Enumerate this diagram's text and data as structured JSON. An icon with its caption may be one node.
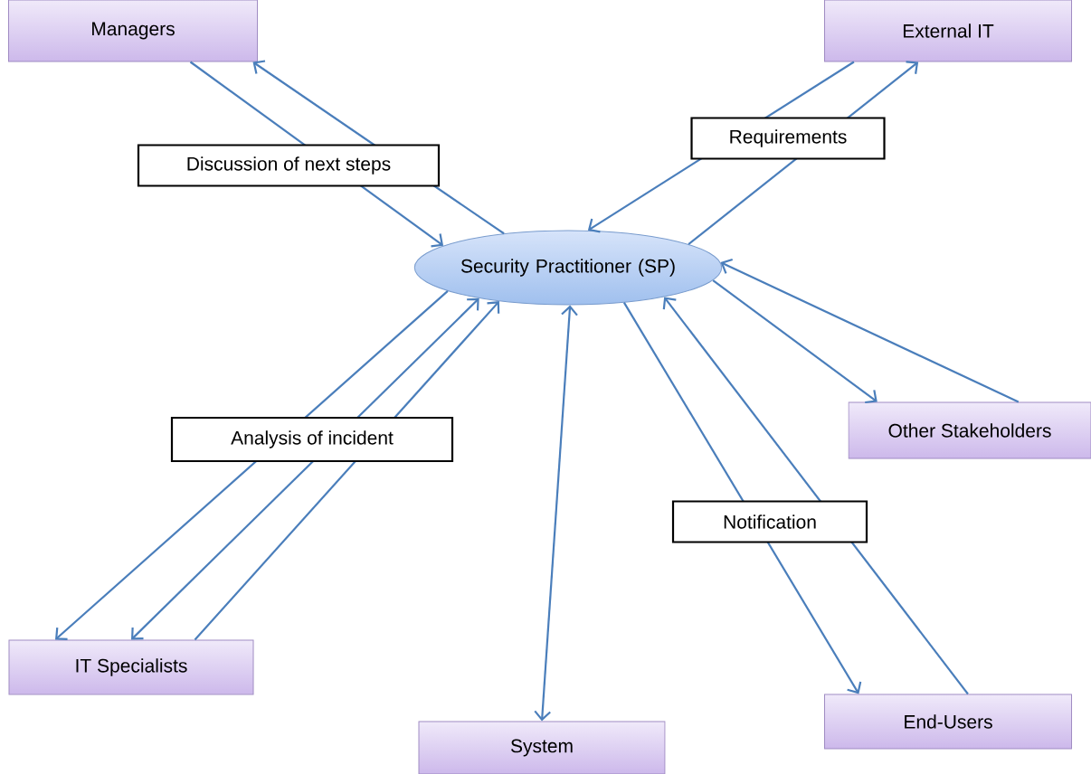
{
  "diagram": {
    "nodes": [
      {
        "text": [
          "Managers"
        ]
      },
      {
        "text": [
          "External IT"
        ]
      },
      {
        "text": [
          "Security Practitioner (SP)"
        ]
      },
      {
        "text": [
          "Other Stakeholders"
        ]
      },
      {
        "text": [
          "IT Specialists"
        ]
      },
      {
        "text": [
          "End-Users"
        ]
      },
      {
        "text": [
          "System"
        ]
      }
    ],
    "edges": [
      {
        "from": 0,
        "to": 2,
        "arrow": "to",
        "label": "Discussion of next steps"
      },
      {
        "from": 2,
        "to": 0,
        "arrow": "to"
      },
      {
        "from": 1,
        "to": 2,
        "arrow": "to"
      },
      {
        "from": 2,
        "to": 1,
        "arrow": "to",
        "label": "Requirements"
      },
      {
        "from": 2,
        "to": 3,
        "arrow": "to"
      },
      {
        "from": 3,
        "to": 2,
        "arrow": "to"
      },
      {
        "from": 2,
        "to": 5,
        "arrow": "to",
        "label": "Notification"
      },
      {
        "from": 5,
        "to": 2,
        "arrow": "to"
      },
      {
        "from": 6,
        "to": 2,
        "arrow": "both"
      },
      {
        "from": 2,
        "to": 4,
        "arrow": "to"
      },
      {
        "from": 2,
        "to": 4,
        "arrow": "both",
        "label": "Analysis of incident"
      },
      {
        "from": 4,
        "to": 2,
        "arrow": "to"
      }
    ]
  }
}
